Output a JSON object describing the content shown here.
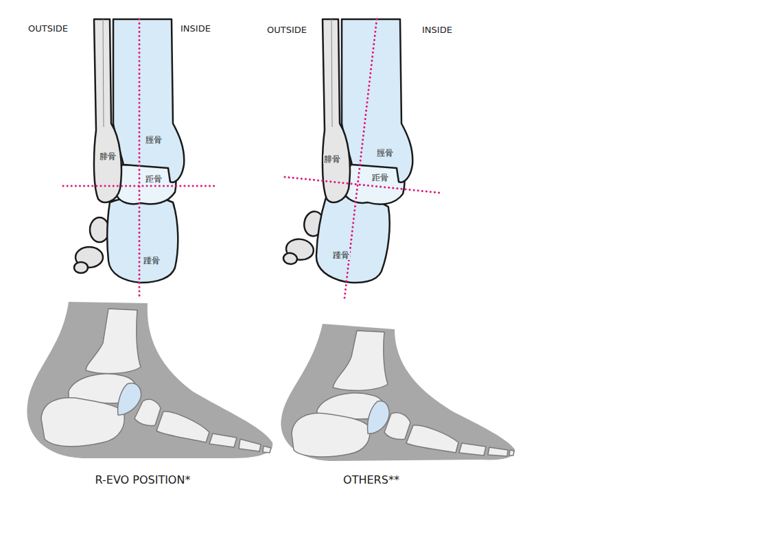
{
  "diagram": {
    "labels": [
      "OUTSIDE",
      "INSIDE",
      "OUTSIDE",
      "INSIDE",
      "脛骨",
      "腓骨",
      "距骨",
      "踵骨",
      "腓骨",
      "脛骨",
      "距骨",
      "踵骨",
      "R-EVO POSITION*",
      "OTHERS**"
    ]
  }
}
